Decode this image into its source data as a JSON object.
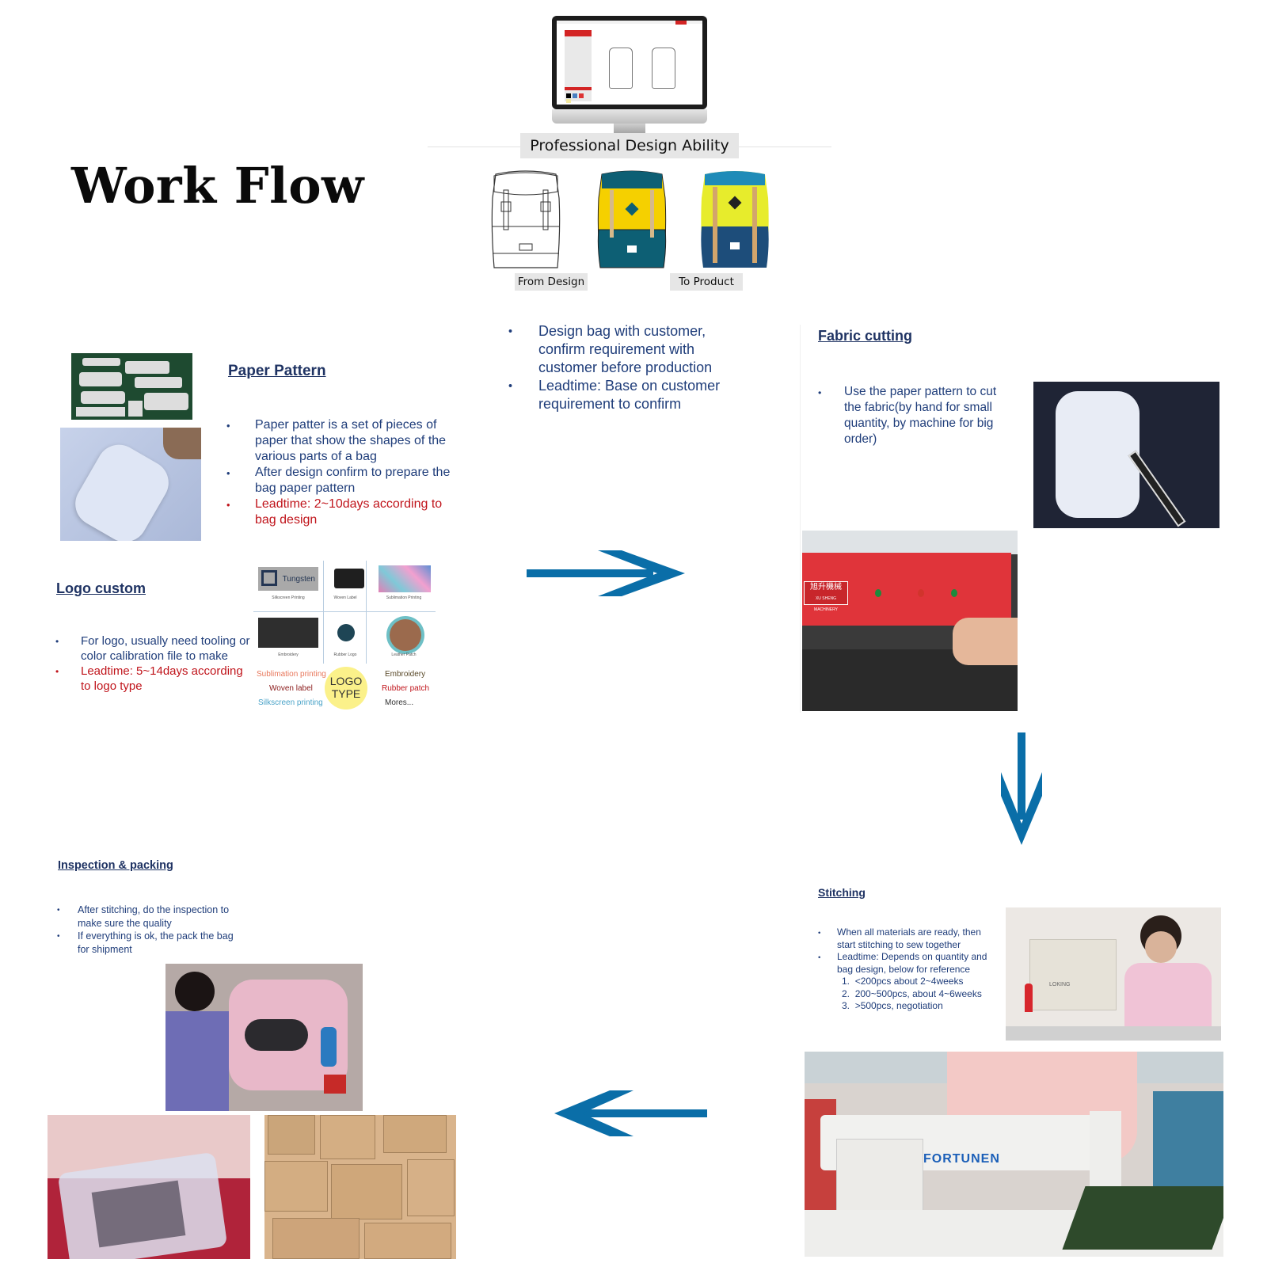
{
  "title": "Work Flow",
  "design": {
    "label": "Professional Design Ability",
    "from_label": "From Design",
    "to_label": "To Product",
    "bullets": [
      {
        "text": "Design bag with customer, confirm requirement with customer before production",
        "highlight": false
      },
      {
        "text": "Leadtime: Base on customer requirement to confirm",
        "highlight": false
      }
    ]
  },
  "paper_pattern": {
    "title": "Paper Pattern",
    "bullets": [
      {
        "text": "Paper patter is a set of pieces of paper that show the shapes of the various parts of a bag",
        "highlight": false
      },
      {
        "text": "After design confirm to prepare the bag paper pattern",
        "highlight": false
      },
      {
        "text": "Leadtime: 2~10days according to bag design",
        "highlight": true
      }
    ]
  },
  "logo_custom": {
    "title": "Logo custom",
    "bullets": [
      {
        "text": "For logo, usually need tooling or color calibration file to make",
        "highlight": false
      },
      {
        "text": "Leadtime: 5~14days according to logo type",
        "highlight": true
      }
    ],
    "grid_captions": [
      "Silkscreen Printing",
      "Woven Label",
      "Sublimation Printing",
      "Embroidery",
      "Rubber Logo",
      "Leather Patch"
    ],
    "grid_brand": "Tungsten",
    "logo_type": {
      "center": "LOGO TYPE",
      "left": [
        "Sublimation printing",
        "Woven label",
        "Silkscreen printing"
      ],
      "right": [
        "Embroidery",
        "Rubber patch",
        "Mores..."
      ]
    }
  },
  "fabric_cutting": {
    "title": "Fabric cutting",
    "bullets": [
      {
        "text": "Use the paper pattern to cut the fabric(by hand for small quantity, by machine for big order)",
        "highlight": false
      }
    ],
    "machine_sign": "旭升機械",
    "machine_sign_sub": "XU SHENG MACHINERY"
  },
  "stitching": {
    "title": "Stitching",
    "bullets": [
      {
        "text": "When all materials are ready, then start stitching to sew together"
      },
      {
        "text": "Leadtime: Depends on quantity and bag design, below for reference"
      }
    ],
    "numbered": [
      "<200pcs about 2~4weeks",
      "200~500pcs, about 4~6weeks",
      ">500pcs, negotiation"
    ],
    "machine_brand": "FORTUNEN",
    "machine_brand2": "LOKING"
  },
  "inspection": {
    "title": "Inspection & packing",
    "bullets": [
      {
        "text": "After stitching, do the inspection to make sure the quality"
      },
      {
        "text": "If everything is ok, the pack the bag for shipment"
      }
    ]
  },
  "colors": {
    "arrow": "#0a6ea8",
    "text_blue": "#1f3d7a",
    "text_red": "#c0141b"
  }
}
